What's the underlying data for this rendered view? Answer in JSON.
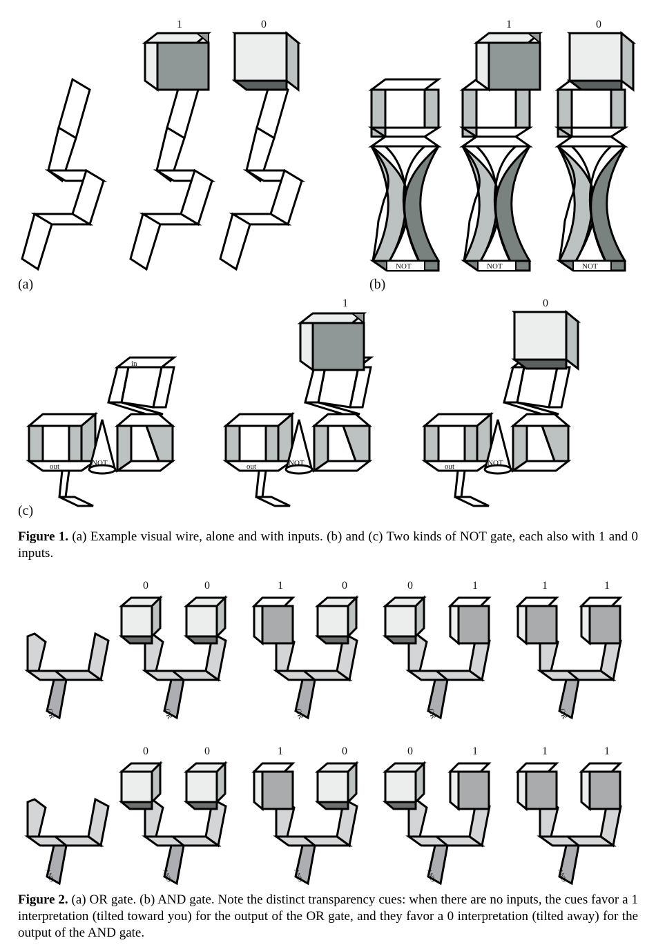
{
  "figure1": {
    "panel_a": {
      "label": "(a)",
      "inputs": [
        "1",
        "0"
      ]
    },
    "panel_b": {
      "label": "(b)",
      "inputs": [
        "1",
        "0"
      ],
      "gate_label": "NOT"
    },
    "panel_c": {
      "label": "(c)",
      "inputs": [
        "1",
        "0"
      ],
      "in_label": "in",
      "out_label": "out",
      "gate_label": "NOT"
    },
    "caption": {
      "title": "Figure 1.",
      "text": " (a) Example visual wire, alone and with inputs. (b) and (c) Two kinds of NOT gate, each also with 1 and 0 inputs."
    }
  },
  "figure2": {
    "or_row": {
      "gate_label": "OR",
      "input_pairs": [
        [
          "0",
          "0"
        ],
        [
          "1",
          "0"
        ],
        [
          "0",
          "1"
        ],
        [
          "1",
          "1"
        ]
      ]
    },
    "and_row": {
      "gate_label": "AND",
      "input_pairs": [
        [
          "0",
          "0"
        ],
        [
          "1",
          "0"
        ],
        [
          "0",
          "1"
        ],
        [
          "1",
          "1"
        ]
      ]
    },
    "caption": {
      "title": "Figure 2.",
      "text": " (a) OR gate. (b) AND gate. Note the distinct transparency cues: when there are no inputs, the cues favor a 1 interpretation (tilted toward you) for the output of the OR gate, and they favor a 0 interpretation (tilted away) for the output of the AND gate."
    }
  },
  "colors": {
    "light": "#eceeee",
    "mid": "#bcc1c1",
    "dark": "#8f9896",
    "darker": "#7a8280",
    "shadow": "#5a605f",
    "gate_light": "#d4d5d7",
    "gate_mid": "#acaeb1"
  }
}
